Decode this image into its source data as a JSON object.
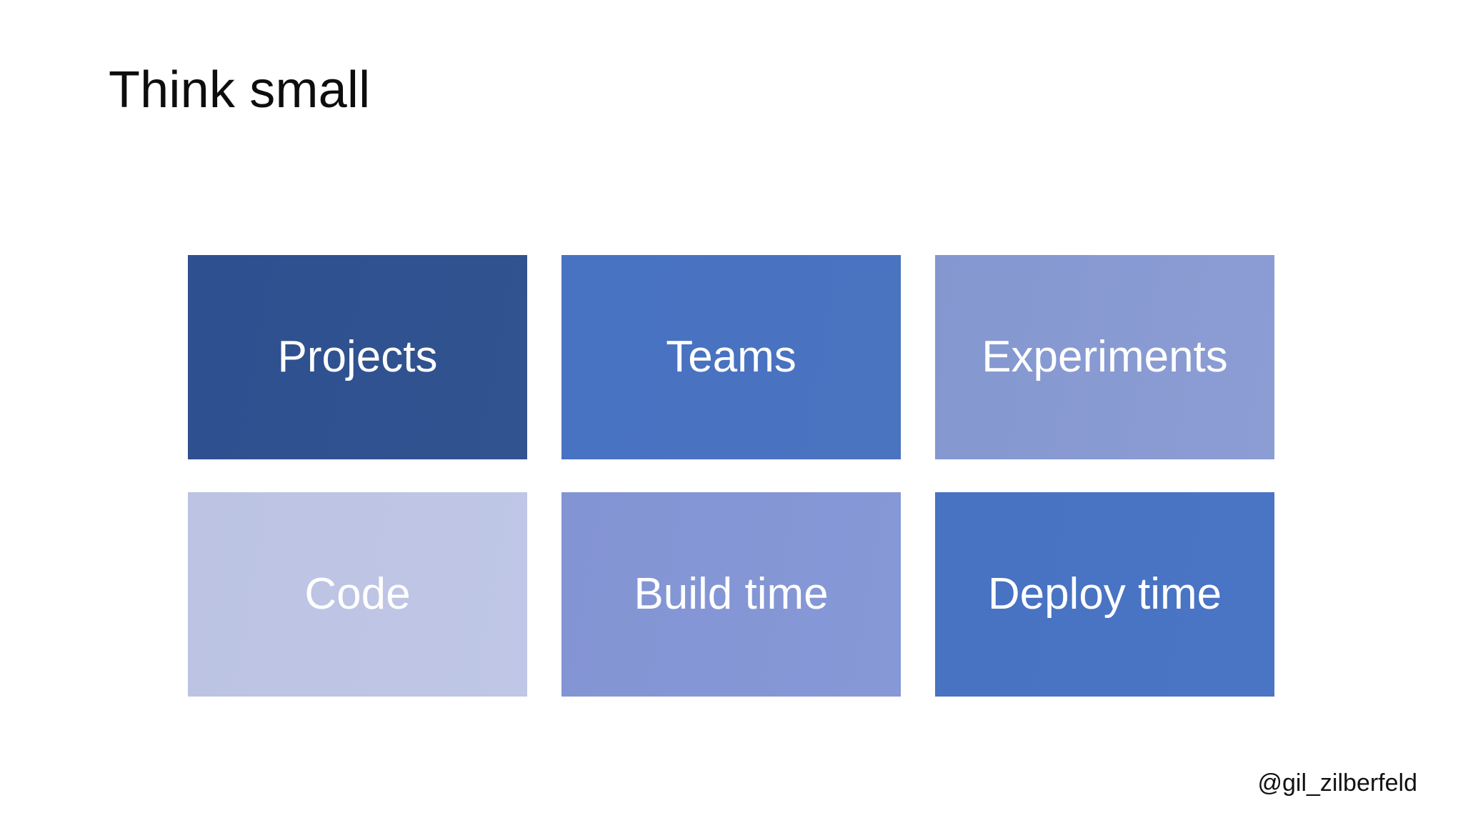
{
  "slide": {
    "title": "Think small",
    "background_color": "#FFFFFF",
    "title_color": "#0D0D0D",
    "credit": "@gil_zilberfeld",
    "credit_color": "#111111"
  },
  "tiles": [
    {
      "label": "Projects",
      "fill": "#2E5090",
      "fill_end": "#31538F",
      "text_color": "#FFFFFF",
      "row": 1,
      "column": 1
    },
    {
      "label": "Teams",
      "fill": "#4872C2",
      "fill_end": "#4A73C0",
      "text_color": "#FFFFFF",
      "row": 1,
      "column": 2
    },
    {
      "label": "Experiments",
      "fill": "#8497CF",
      "fill_end": "#8C9DD4",
      "text_color": "#FFFFFF",
      "row": 1,
      "column": 3
    },
    {
      "label": "Code",
      "fill": "#BCC3E3",
      "fill_end": "#BFC6E6",
      "text_color": "#FFFFFF",
      "row": 2,
      "column": 1
    },
    {
      "label": "Build time",
      "fill": "#8394D4",
      "fill_end": "#8698D6",
      "text_color": "#FFFFFF",
      "row": 2,
      "column": 2
    },
    {
      "label": "Deploy time",
      "fill": "#4872C2",
      "fill_end": "#4A74C4",
      "text_color": "#FFFFFF",
      "row": 2,
      "column": 3
    }
  ]
}
